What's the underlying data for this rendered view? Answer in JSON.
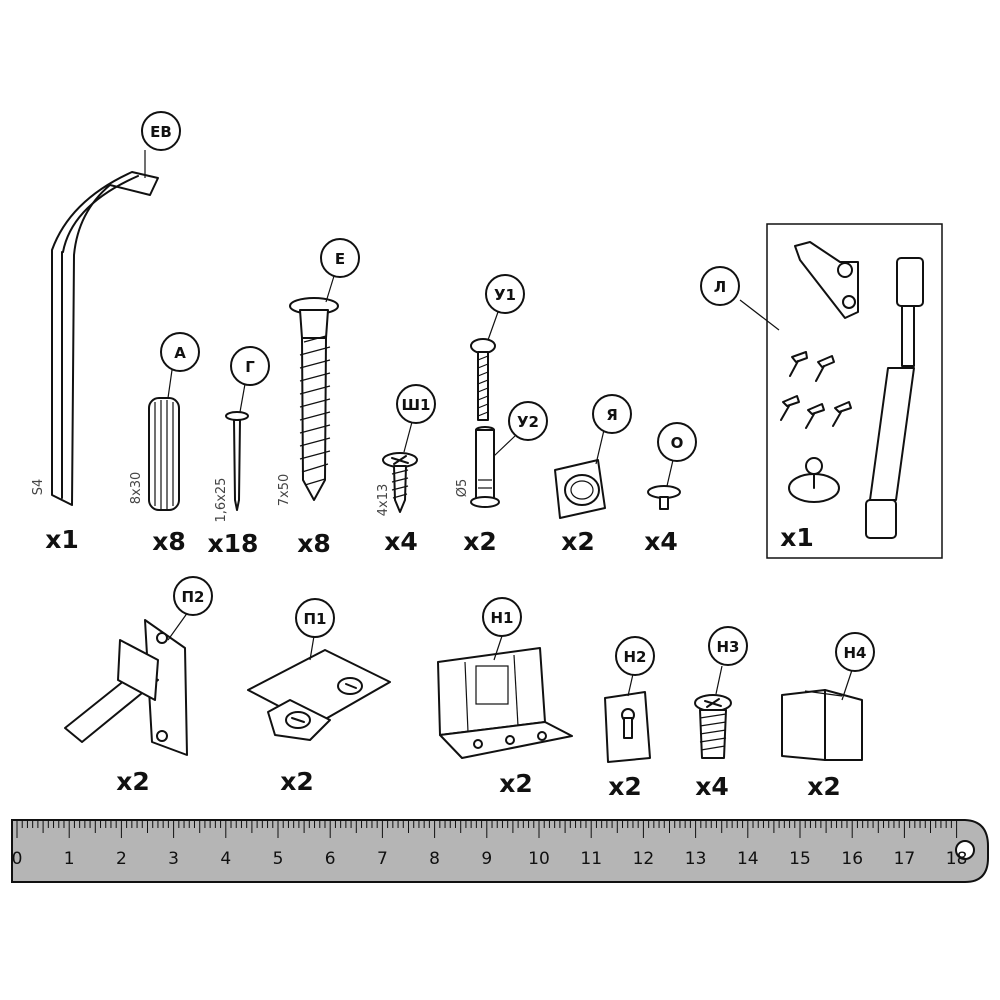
{
  "parts": {
    "EB": {
      "label": "ЕВ",
      "size": "S4",
      "qty": "x1"
    },
    "A": {
      "label": "А",
      "size": "8x30",
      "qty": "x8"
    },
    "G": {
      "label": "Г",
      "size": "1,6x25",
      "qty": "x18"
    },
    "E": {
      "label": "Е",
      "size": "7x50",
      "qty": "x8"
    },
    "SH1": {
      "label": "Ш1",
      "size": "4x13",
      "qty": "x4"
    },
    "U1": {
      "label": "У1"
    },
    "U2": {
      "label": "У2",
      "size": "Ø5",
      "qty": "x2"
    },
    "YA": {
      "label": "Я",
      "qty": "x2"
    },
    "O": {
      "label": "О",
      "qty": "x4"
    },
    "L": {
      "label": "Л",
      "qty": "x1"
    },
    "P2": {
      "label": "П2",
      "qty": "x2"
    },
    "P1": {
      "label": "П1",
      "qty": "x2"
    },
    "N1": {
      "label": "Н1",
      "qty": "x2"
    },
    "N2": {
      "label": "Н2",
      "qty": "x2"
    },
    "N3": {
      "label": "Н3",
      "qty": "x4"
    },
    "N4": {
      "label": "Н4",
      "qty": "x2"
    }
  },
  "ruler": {
    "numbers": [
      "0",
      "1",
      "2",
      "3",
      "4",
      "5",
      "6",
      "7",
      "8",
      "9",
      "10",
      "11",
      "12",
      "13",
      "14",
      "15",
      "16",
      "17",
      "18"
    ],
    "color": "#b5b5b5"
  }
}
